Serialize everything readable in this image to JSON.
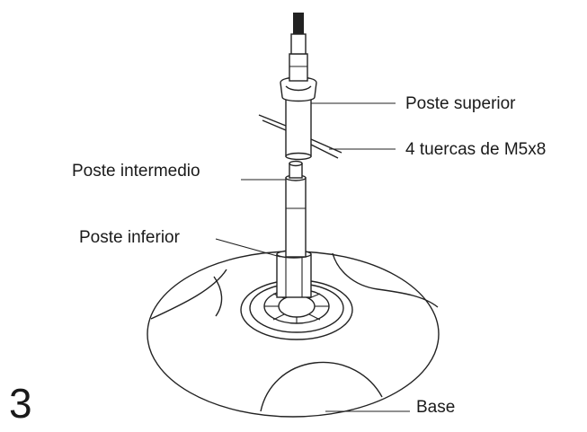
{
  "step_number": "3",
  "labels": {
    "upper_pole": "Poste superior",
    "nuts": "4 tuercas de M5x8",
    "middle_pole": "Poste intermedio",
    "lower_pole": "Poste inferior",
    "base": "Base"
  }
}
